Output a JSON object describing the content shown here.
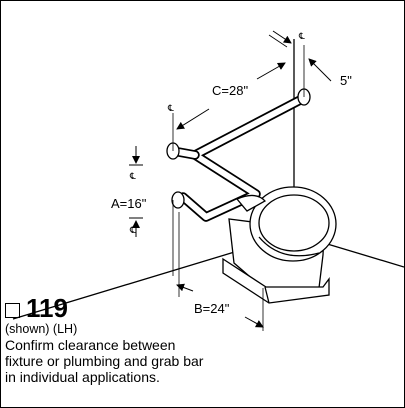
{
  "dimensions": {
    "a": "A=16\"",
    "b": "B=24\"",
    "c": "C=28\"",
    "offset": "5\""
  },
  "centerline_symbol": "℄",
  "caption": {
    "model_number": "119",
    "shown_label": "(shown) (LH)",
    "note_lines": [
      "Confirm clearance between",
      "fixture or plumbing and grab bar",
      "in individual applications."
    ]
  }
}
